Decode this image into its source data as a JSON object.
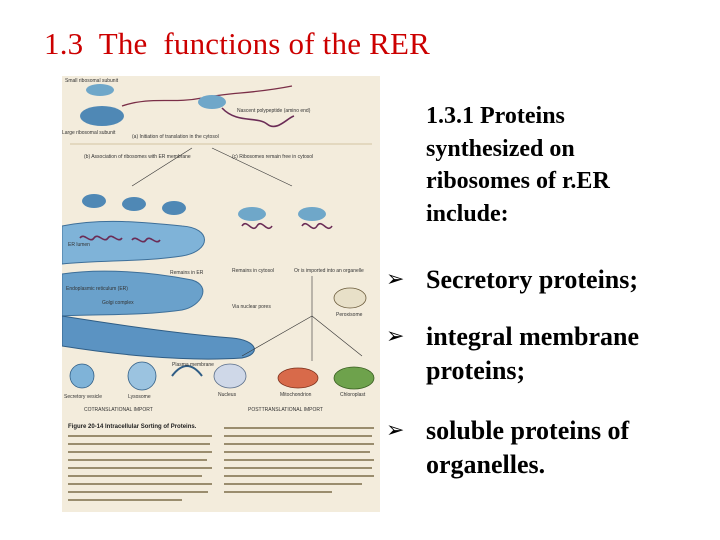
{
  "slide": {
    "title": "1.3  The  functions of the RER"
  },
  "content": {
    "subheading_lines": [
      "1.3.1 Proteins",
      "synthesized on",
      "ribosomes of r.ER",
      "include:"
    ],
    "bullets": [
      {
        "lines": [
          "Secretory proteins;"
        ]
      },
      {
        "lines": [
          "integral membrane",
          "proteins;"
        ]
      },
      {
        "lines": [
          "soluble proteins of",
          "organelles."
        ]
      }
    ]
  },
  "figure": {
    "labels": {
      "small_subunit": "Small ribosomal subunit",
      "large_subunit": "Large ribosomal subunit",
      "nascent": "Nascent polypeptide (amino end)",
      "panel_a": "(a) Initiation of translation in the cytosol",
      "panel_b": "(b) Association of ribosomes with ER membrane",
      "panel_c": "(c) Ribosomes remain free in cytosol",
      "er_lumen": "ER lumen",
      "er": "Endoplasmic reticulum (ER)",
      "golgi": "Golgi complex",
      "remains_er": "Remains in ER",
      "plasma_membrane": "Plasma membrane",
      "secretory_vesicle": "Secretory vesicle",
      "lysosome": "Lysosome",
      "cotranslational": "COTRANSLATIONAL IMPORT",
      "remains_cytosol": "Remains in cytosol",
      "organelle": "Or is imported into an organelle",
      "nuclear_pore": "Via nuclear pores",
      "peroxisome": "Peroxisome",
      "nucleus": "Nucleus",
      "mitochondrion": "Mitochondrion",
      "chloroplast": "Chloroplast",
      "posttranslational": "POSTTRANSLATIONAL IMPORT",
      "caption": "Figure 20-14  Intracellular Sorting of Proteins."
    }
  }
}
